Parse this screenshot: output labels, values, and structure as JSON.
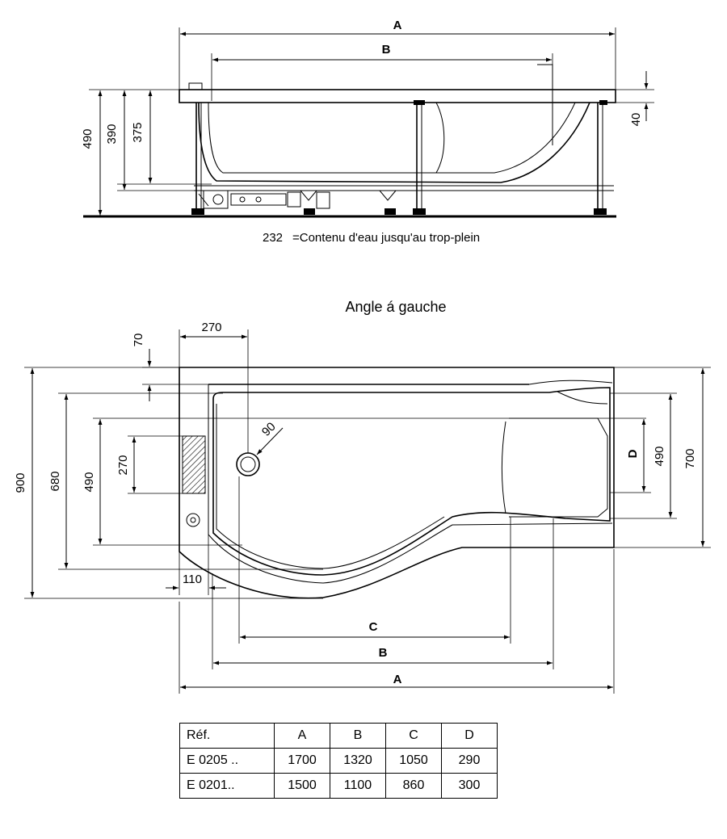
{
  "side_view": {
    "dim_a": "A",
    "dim_b": "B",
    "h_total": "490",
    "h_390": "390",
    "h_375": "375",
    "rim": "40",
    "caption_value": "232",
    "caption_text": "=Contenu d'eau jusqu'au trop-plein"
  },
  "plan_view": {
    "title": "Angle á gauche",
    "d_270_top": "270",
    "d_70": "70",
    "d_90": "90",
    "d_270_side": "270",
    "d_900": "900",
    "d_680": "680",
    "d_490_left": "490",
    "d_110": "110",
    "d_label_D": "D",
    "d_490_right": "490",
    "d_700": "700",
    "dim_c": "C",
    "dim_b": "B",
    "dim_a": "A"
  },
  "table": {
    "header": [
      "Réf.",
      "A",
      "B",
      "C",
      "D"
    ],
    "rows": [
      [
        "E 0205 ..",
        "1700",
        "1320",
        "1050",
        "290"
      ],
      [
        "E 0201..",
        "1500",
        "1100",
        "860",
        "300"
      ]
    ]
  }
}
